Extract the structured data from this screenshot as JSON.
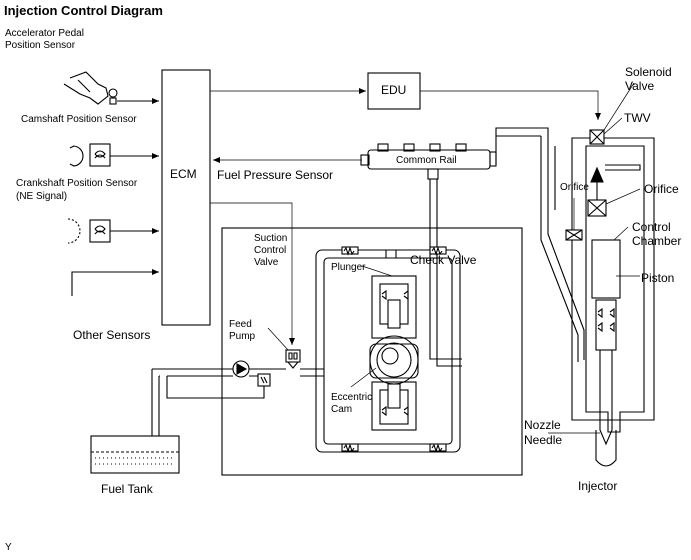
{
  "title": "Injection Control Diagram",
  "labels": {
    "accel_sensor_line1": "Accelerator Pedal",
    "accel_sensor_line2": "Position Sensor",
    "cam_sensor": "Camshaft Position Sensor",
    "crank_sensor_line1": "Crankshaft Position Sensor",
    "crank_sensor_line2": "(NE Signal)",
    "other_sensors": "Other Sensors",
    "ecm": "ECM",
    "edu": "EDU",
    "fuel_pressure_sensor": "Fuel Pressure Sensor",
    "common_rail": "Common Rail",
    "suction_valve_line1": "Suction",
    "suction_valve_line2": "Control",
    "suction_valve_line3": "Valve",
    "check_valve": "Check Valve",
    "feed_pump_line1": "Feed",
    "feed_pump_line2": "Pump",
    "plunger": "Plunger",
    "eccentric_cam_line1": "Eccentric",
    "eccentric_cam_line2": "Cam",
    "fuel_tank": "Fuel Tank",
    "solenoid_valve_line1": "Solenoid",
    "solenoid_valve_line2": "Valve",
    "twv": "TWV",
    "orifice_left": "Orifice",
    "orifice_right": "Orifice",
    "control_chamber_line1": "Control",
    "control_chamber_line2": "Chamber",
    "piston": "Piston",
    "nozzle_needle_line1": "Nozzle",
    "nozzle_needle_line2": "Needle",
    "injector": "Injector",
    "corner_mark": "Y"
  }
}
